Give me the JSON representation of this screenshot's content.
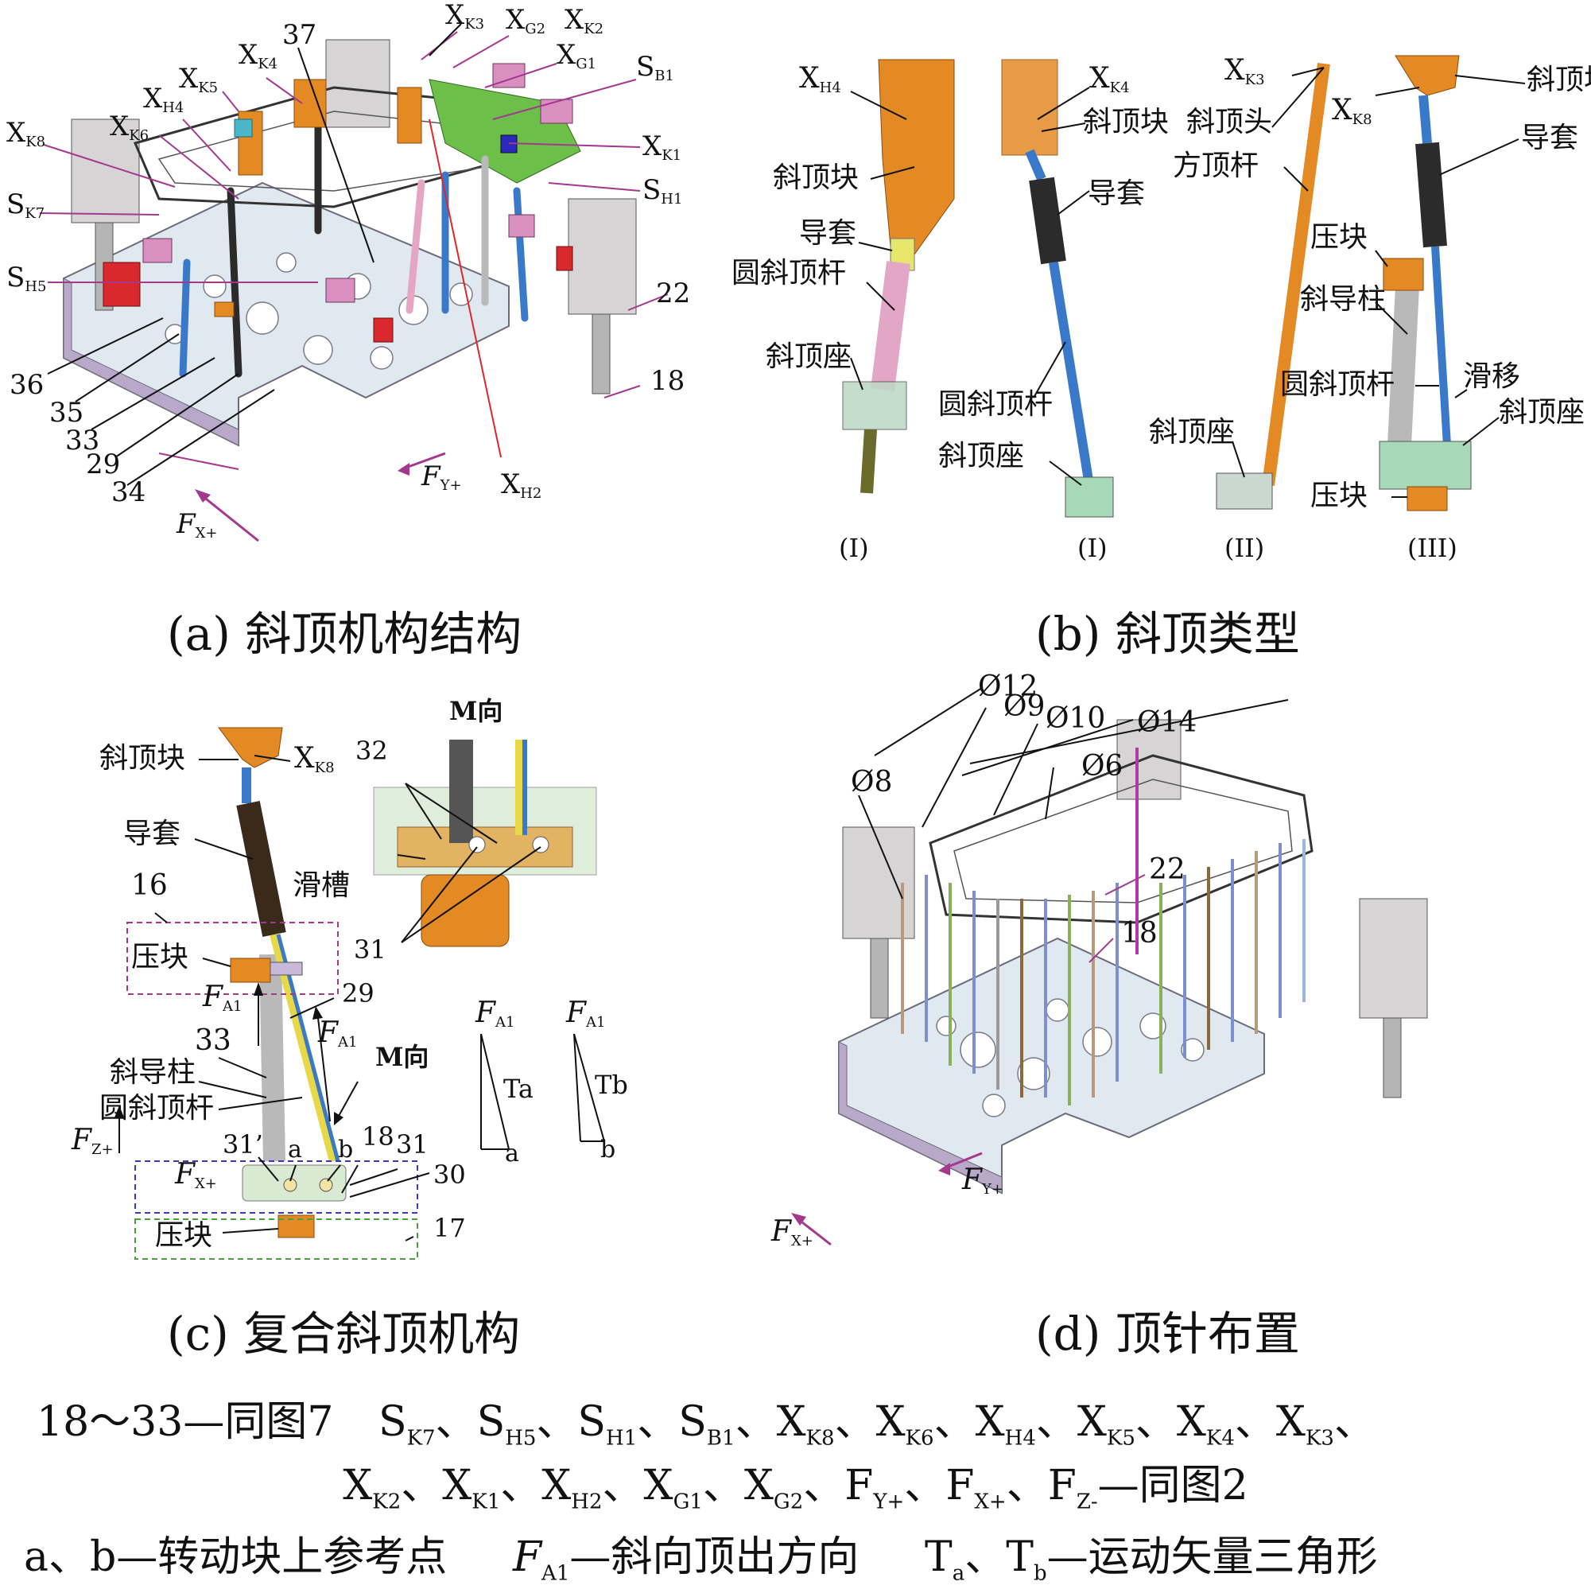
{
  "panel_a": {
    "caption": "(a) 斜顶机构结构",
    "labels": {
      "xk3": "X",
      "xk3_sub": "K3",
      "xg2": "X",
      "xg2_sub": "G2",
      "xk2": "X",
      "xk2_sub": "K2",
      "xg1": "X",
      "xg1_sub": "G1",
      "sb1": "S",
      "sb1_sub": "B1",
      "xk4": "X",
      "xk4_sub": "K4",
      "xk5": "X",
      "xk5_sub": "K5",
      "xh4": "X",
      "xh4_sub": "H4",
      "xk6": "X",
      "xk6_sub": "K6",
      "xk8": "X",
      "xk8_sub": "K8",
      "sk7": "S",
      "sk7_sub": "K7",
      "sh5": "S",
      "sh5_sub": "H5",
      "xk1": "X",
      "xk1_sub": "K1",
      "sh1": "S",
      "sh1_sub": "H1",
      "xh2": "X",
      "xh2_sub": "H2",
      "n37": "37",
      "n22": "22",
      "n18": "18",
      "n36": "36",
      "n35": "35",
      "n33": "33",
      "n29": "29",
      "n34": "34",
      "fy": "F",
      "fy_sub": "Y+",
      "fx": "F",
      "fx_sub": "X+"
    }
  },
  "panel_b": {
    "caption": "(b) 斜顶类型",
    "labels": {
      "xh4": "X",
      "xh4_sub": "H4",
      "block1": "斜顶块",
      "guide1": "导套",
      "rod1": "圆斜顶杆",
      "seat1": "斜顶座",
      "xk4": "X",
      "xk4_sub": "K4",
      "block2": "斜顶块",
      "guide2": "导套",
      "rod2": "圆斜顶杆",
      "seat2": "斜顶座",
      "xk3": "X",
      "xk3_sub": "K3",
      "head3": "斜顶头",
      "rod3": "方顶杆",
      "seat3": "斜顶座",
      "xk8": "X",
      "xk8_sub": "K8",
      "block4": "斜顶块",
      "guide4": "导套",
      "press4": "压块",
      "post4": "斜导柱",
      "rod4": "圆斜顶杆",
      "slide4": "滑移",
      "seat4": "斜顶座",
      "press4b": "压块",
      "type1a": "(I)",
      "type1b": "(I)",
      "type2": "(II)",
      "type3": "(III)"
    }
  },
  "panel_c": {
    "caption": "(c) 复合斜顶机构",
    "labels": {
      "block": "斜顶块",
      "xk8": "X",
      "xk8_sub": "K8",
      "guide": "导套",
      "n16": "16",
      "press": "压块",
      "fa1": "F",
      "fa1_sub": "A1",
      "n33": "33",
      "post": "斜导柱",
      "rod": "圆斜顶杆",
      "fz": "F",
      "fz_sub": "Z+",
      "fx": "F",
      "fx_sub": "X+",
      "n31p": "31’",
      "a": "a",
      "b": "b",
      "n18": "18",
      "n31": "31",
      "n30": "30",
      "press2": "压块",
      "n17": "17",
      "n29": "29",
      "fa1b": "F",
      "fa1b_sub": "A1",
      "mdir": "M向",
      "mdir_top": "M向",
      "n32": "32",
      "slot": "滑槽",
      "n31b": "31",
      "tri_a_f": "F",
      "tri_a_fsub": "A1",
      "tri_a_t": "Ta",
      "tri_a_p": "a",
      "tri_b_f": "F",
      "tri_b_fsub": "A1",
      "tri_b_t": "Tb",
      "tri_b_p": "b"
    }
  },
  "panel_d": {
    "caption": "(d) 顶针布置",
    "labels": {
      "d8": "Ø8",
      "d12": "Ø12",
      "d9": "Ø9",
      "d10": "Ø10",
      "d6": "Ø6",
      "d14": "Ø14",
      "n22": "22",
      "n18": "18",
      "fy": "F",
      "fy_sub": "Y+",
      "fx": "F",
      "fx_sub": "X+"
    }
  },
  "legend": {
    "line1_prefix": "18～33—同图7",
    "line1_items": [
      {
        "b": "S",
        "s": "K7"
      },
      {
        "b": "S",
        "s": "H5"
      },
      {
        "b": "S",
        "s": "H1"
      },
      {
        "b": "S",
        "s": "B1"
      },
      {
        "b": "X",
        "s": "K8"
      },
      {
        "b": "X",
        "s": "K6"
      },
      {
        "b": "X",
        "s": "H4"
      },
      {
        "b": "X",
        "s": "K5"
      },
      {
        "b": "X",
        "s": "K4"
      },
      {
        "b": "X",
        "s": "K3"
      }
    ],
    "line2_items": [
      {
        "b": "X",
        "s": "K2"
      },
      {
        "b": "X",
        "s": "K1"
      },
      {
        "b": "X",
        "s": "H2"
      },
      {
        "b": "X",
        "s": "G1"
      },
      {
        "b": "X",
        "s": "G2"
      },
      {
        "b": "F",
        "s": "Y+"
      },
      {
        "b": "F",
        "s": "X+"
      },
      {
        "b": "F",
        "s": "Z-"
      }
    ],
    "line2_suffix": "—同图2",
    "line3_ab": "a、b—转动块上参考点",
    "line3_f": "F",
    "line3_fsub": "A1",
    "line3_fdesc": "—斜向顶出方向",
    "line3_t1": "T",
    "line3_t1sub": "a",
    "line3_sep": "、",
    "line3_t2": "T",
    "line3_t2sub": "b",
    "line3_tdesc": "—运动矢量三角形"
  }
}
